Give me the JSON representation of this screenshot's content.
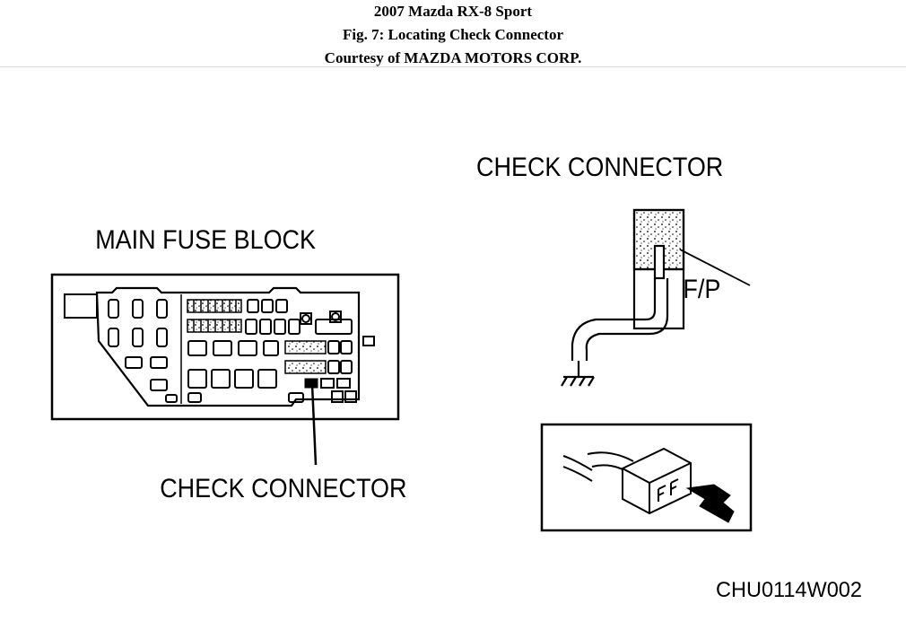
{
  "header": {
    "title": "2007 Mazda RX-8 Sport",
    "figure": "Fig. 7: Locating Check Connector",
    "courtesy": "Courtesy of MAZDA MOTORS CORP."
  },
  "diagram": {
    "main_fuse_block_label": "MAIN FUSE BLOCK",
    "check_connector_callout": "CHECK CONNECTOR",
    "check_connector_title": "CHECK CONNECTOR",
    "fp_label": "F/P",
    "figure_code": "CHU0114W002"
  },
  "colors": {
    "ink": "#000000",
    "background": "#ffffff",
    "rule": "#d9d9d9"
  }
}
